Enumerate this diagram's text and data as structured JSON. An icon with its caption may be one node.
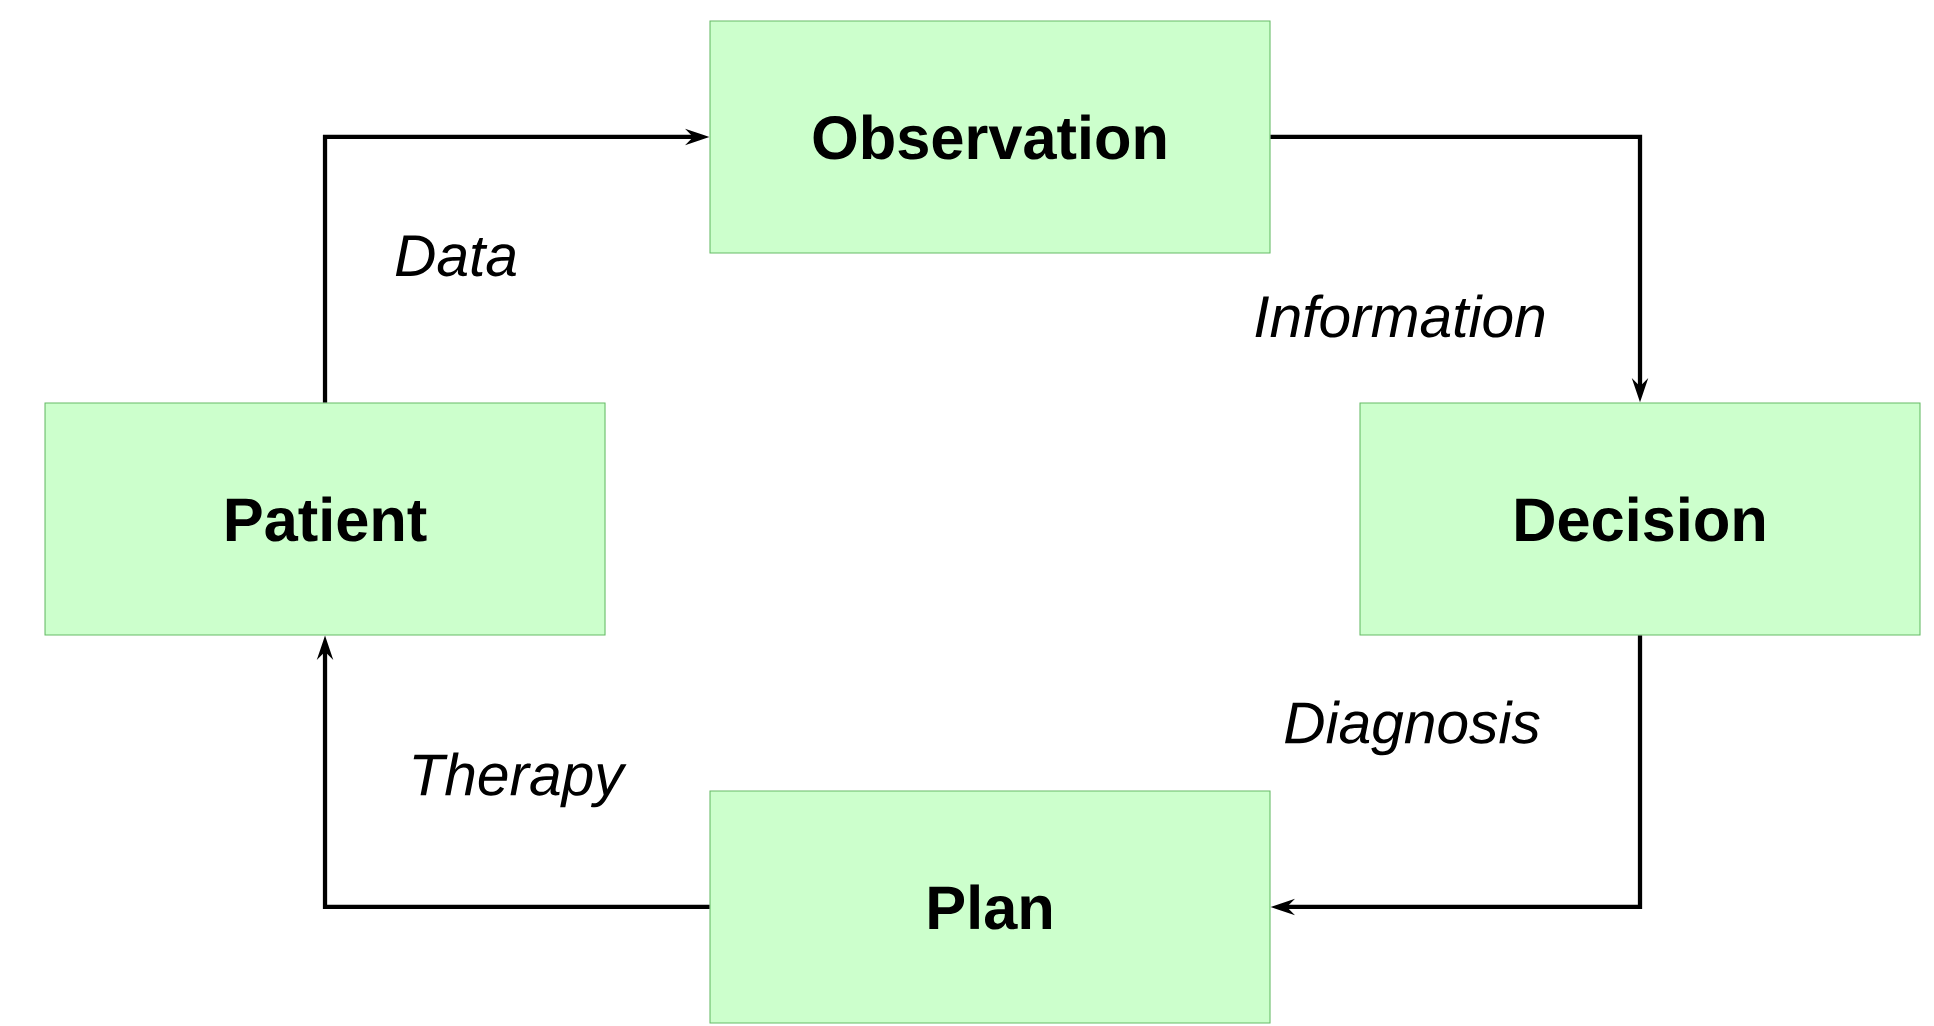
{
  "diagram": {
    "nodes": [
      {
        "text": [
          "Observation"
        ]
      },
      {
        "text": [
          "Patient"
        ]
      },
      {
        "text": [
          "Decision"
        ]
      },
      {
        "text": [
          "Plan"
        ]
      }
    ],
    "edges": [
      {
        "from": 1,
        "to": 0,
        "arrow": "to",
        "label": "Data"
      },
      {
        "from": 0,
        "to": 2,
        "arrow": "to",
        "label": "Information"
      },
      {
        "from": 2,
        "to": 3,
        "arrow": "to",
        "label": "Diagnosis"
      },
      {
        "from": 3,
        "to": 1,
        "arrow": "to",
        "label": "Therapy"
      }
    ]
  }
}
